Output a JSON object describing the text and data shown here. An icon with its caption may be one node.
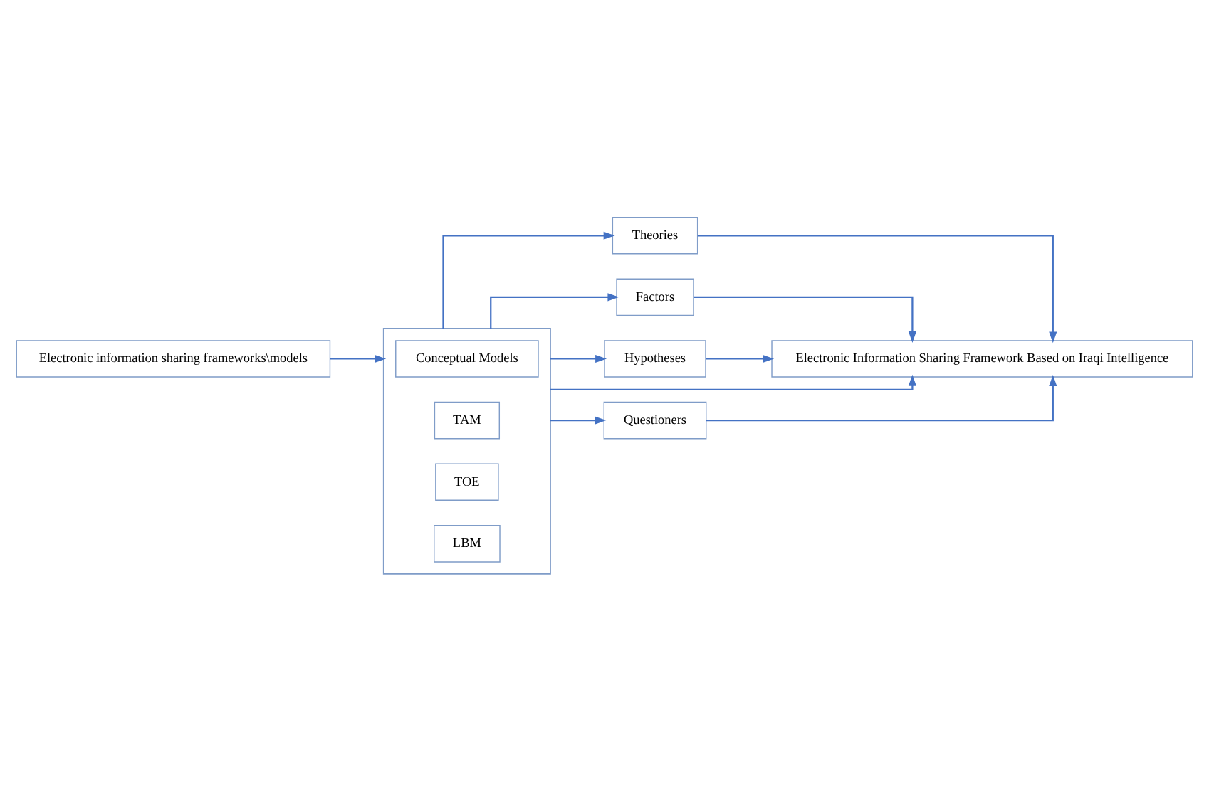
{
  "diagram": {
    "nodes": [
      {
        "text": [
          "Electronic information sharing frameworks\\models"
        ]
      },
      {
        "text": [],
        "shape": "box"
      },
      {
        "text": [
          "Conceptual Models"
        ],
        "in": 1
      },
      {
        "text": [
          "TAM"
        ],
        "in": 1
      },
      {
        "text": [
          "TOE"
        ],
        "in": 1
      },
      {
        "text": [
          "LBM"
        ],
        "in": 1
      },
      {
        "text": [
          "Theories"
        ]
      },
      {
        "text": [
          "Factors"
        ]
      },
      {
        "text": [
          "Hypotheses"
        ]
      },
      {
        "text": [
          "Questioners"
        ]
      },
      {
        "text": [
          "Electronic Information Sharing Framework Based on Iraqi Intelligence"
        ]
      }
    ],
    "edges": [
      {
        "from": 0,
        "to": 1,
        "arrow": "to"
      },
      {
        "from": 1,
        "to": 6,
        "arrow": "to"
      },
      {
        "from": 1,
        "to": 7,
        "arrow": "to"
      },
      {
        "from": 1,
        "to": 8,
        "arrow": "to"
      },
      {
        "from": 1,
        "to": 9,
        "arrow": "to"
      },
      {
        "from": 1,
        "to": 10,
        "arrow": "to"
      },
      {
        "from": 9,
        "to": 10,
        "arrow": "to"
      },
      {
        "from": 8,
        "to": 10,
        "arrow": "to"
      },
      {
        "from": 7,
        "to": 10,
        "arrow": "to"
      },
      {
        "from": 6,
        "to": 10,
        "arrow": "to"
      }
    ]
  }
}
